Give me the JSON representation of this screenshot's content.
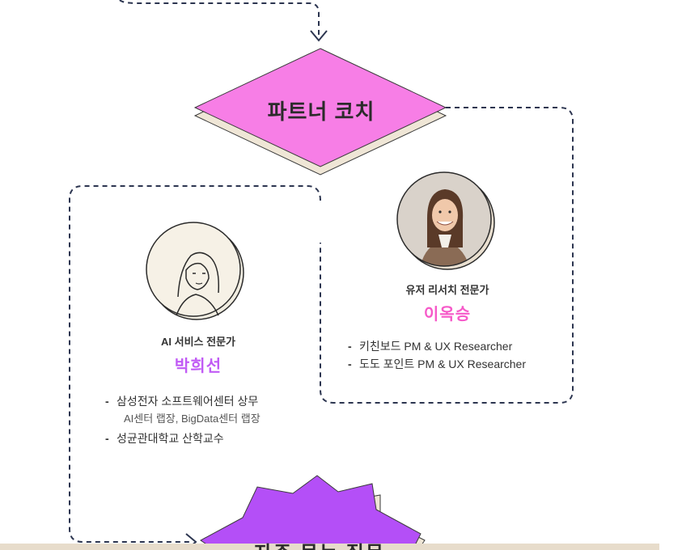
{
  "diagram": {
    "partner_coach_title": "파트너 코치",
    "bottom_node_title": "자주 묻는 질문",
    "experts": [
      {
        "role": "AI 서비스 전문가",
        "name": "박희선",
        "bullets": [
          {
            "text": "삼성전자 소프트웨어센터 상무",
            "sub": "AI센터 랩장, BigData센터 랩장"
          },
          {
            "text": "성균관대학교 산학교수",
            "sub": ""
          }
        ],
        "avatar_icon": "line-drawing-woman-icon"
      },
      {
        "role": "유저 리서치 전문가",
        "name": "이옥승",
        "bullets": [
          {
            "text": "키친보드 PM & UX Researcher"
          },
          {
            "text": "도도 포인트 PM & UX Researcher"
          }
        ],
        "avatar_icon": "portrait-photo-icon"
      }
    ]
  },
  "colors": {
    "diamond": "#f77ee6",
    "diamond_shadow": "#efe6d6",
    "star": "#b44ff7",
    "star_shadow": "#efe6d6",
    "name_pink": "#f659c9",
    "name_purple": "#c15bf5",
    "dash_line": "#2c3550",
    "bottom_band": "#e7dccb"
  }
}
